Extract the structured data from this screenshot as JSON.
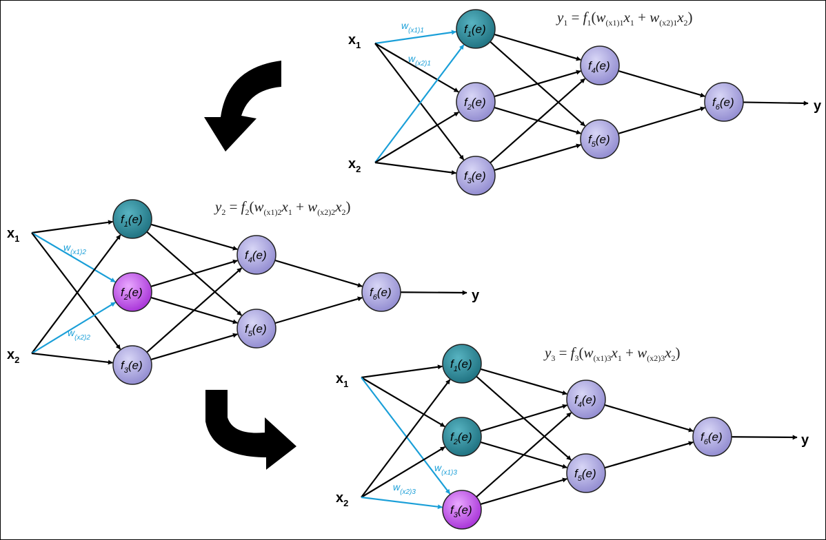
{
  "diagram": {
    "networks": [
      {
        "id": "net1",
        "formula": {
          "y": "y",
          "ysub": "1",
          "f": "f",
          "fsub": "1",
          "w1": "w",
          "w1sub": "(x1)1",
          "x1": "x",
          "x1sub": "1",
          "w2": "w",
          "w2sub": "(x2)1",
          "x2": "x",
          "x2sub": "2"
        },
        "inputs": [
          {
            "text": "x",
            "sub": "1"
          },
          {
            "text": "x",
            "sub": "2"
          }
        ],
        "weights": [
          {
            "text": "w",
            "sub": "(x1)1"
          },
          {
            "text": "w",
            "sub": "(x2)1"
          }
        ],
        "output": "y",
        "highlighted": "f1"
      },
      {
        "id": "net2",
        "formula": {
          "y": "y",
          "ysub": "2",
          "f": "f",
          "fsub": "2",
          "w1": "w",
          "w1sub": "(x1)2",
          "x1": "x",
          "x1sub": "1",
          "w2": "w",
          "w2sub": "(x2)2",
          "x2": "x",
          "x2sub": "2"
        },
        "inputs": [
          {
            "text": "x",
            "sub": "1"
          },
          {
            "text": "x",
            "sub": "2"
          }
        ],
        "weights": [
          {
            "text": "w",
            "sub": "(x1)2"
          },
          {
            "text": "w",
            "sub": "(x2)2"
          }
        ],
        "output": "y",
        "highlighted": "f2"
      },
      {
        "id": "net3",
        "formula": {
          "y": "y",
          "ysub": "3",
          "f": "f",
          "fsub": "3",
          "w1": "w",
          "w1sub": "(x1)3",
          "x1": "x",
          "x1sub": "1",
          "w2": "w",
          "w2sub": "(x2)3",
          "x2": "x",
          "x2sub": "2"
        },
        "inputs": [
          {
            "text": "x",
            "sub": "1"
          },
          {
            "text": "x",
            "sub": "2"
          }
        ],
        "weights": [
          {
            "text": "w",
            "sub": "(x1)3"
          },
          {
            "text": "w",
            "sub": "(x2)3"
          }
        ],
        "output": "y",
        "highlighted": "f3"
      }
    ],
    "neurons": [
      {
        "id": "f1",
        "f": "f",
        "sub": "1",
        "arg": "(e)"
      },
      {
        "id": "f2",
        "f": "f",
        "sub": "2",
        "arg": "(e)"
      },
      {
        "id": "f3",
        "f": "f",
        "sub": "3",
        "arg": "(e)"
      },
      {
        "id": "f4",
        "f": "f",
        "sub": "4",
        "arg": "(e)"
      },
      {
        "id": "f5",
        "f": "f",
        "sub": "5",
        "arg": "(e)"
      },
      {
        "id": "f6",
        "f": "f",
        "sub": "6",
        "arg": "(e)"
      }
    ],
    "colors": {
      "neuron": "#a9a4e2",
      "neuron_previous": "#2f8f9f",
      "neuron_active": "#c04ae8",
      "weight_edge": "#1a9fd8",
      "edge": "#000000",
      "turn_arrow": "#000000"
    }
  }
}
